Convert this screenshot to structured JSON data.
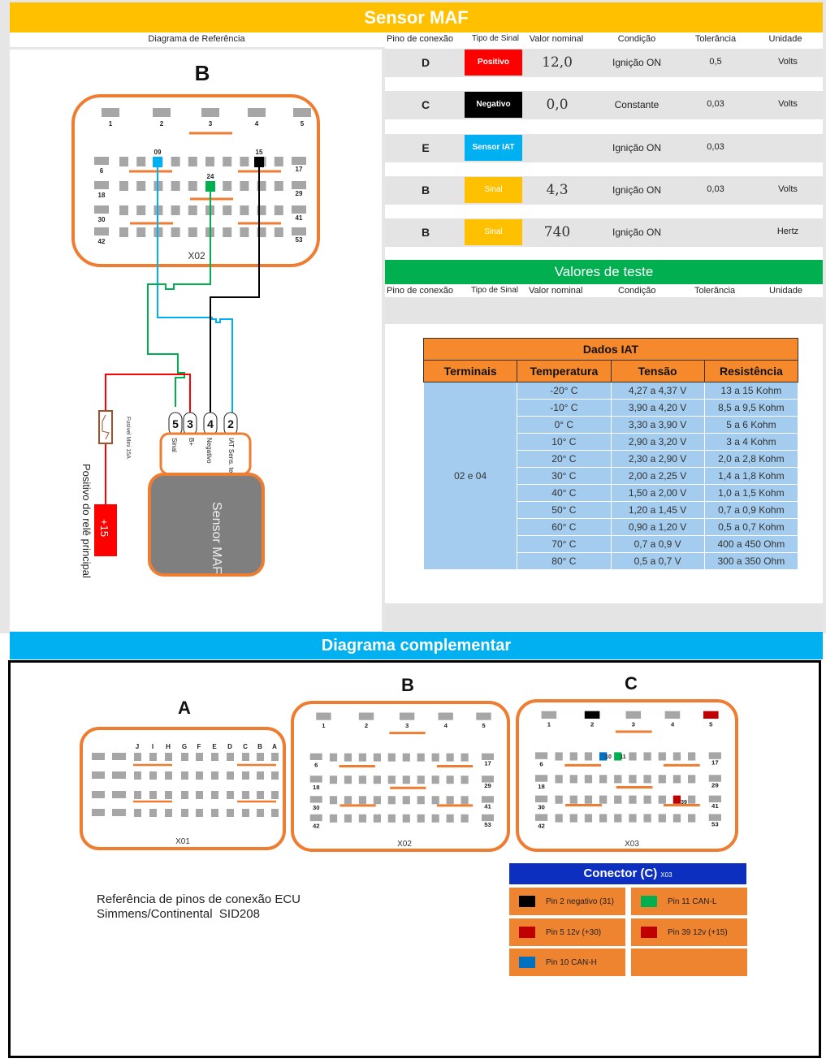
{
  "title": "Sensor MAF",
  "header_columns": {
    "reference_diagram": "Diagrama de Referência",
    "pin": "Pino de conexão",
    "signal_type": "Tipo de Sinal",
    "nominal": "Valor nominal",
    "condition": "Condição",
    "tolerance": "Tolerância",
    "unit": "Unidade"
  },
  "rows": [
    {
      "pin": "D",
      "signal": "Positivo",
      "signal_color": "#ff0000",
      "nominal": "12,0",
      "condition": "Ignição ON",
      "tolerance": "0,5",
      "unit": "Volts"
    },
    {
      "pin": "C",
      "signal": "Negativo",
      "signal_color": "#000000",
      "nominal": "0,0",
      "condition": "Constante",
      "tolerance": "0,03",
      "unit": "Volts"
    },
    {
      "pin": "E",
      "signal": "Sensor IAT",
      "signal_color": "#00b0f0",
      "nominal": "",
      "condition": "Ignição ON",
      "tolerance": "0,03",
      "unit": ""
    },
    {
      "pin": "B",
      "signal": "Sinal",
      "signal_color": "#ffc000",
      "nominal": "4,3",
      "condition": "Ignição ON",
      "tolerance": "0,03",
      "unit": "Volts"
    },
    {
      "pin": "B",
      "signal": "Sinal",
      "signal_color": "#ffc000",
      "nominal": "740",
      "condition": "Ignição ON",
      "tolerance": "",
      "unit": "Hertz"
    }
  ],
  "test_values": {
    "title": "Valores de teste",
    "columns": [
      "Pino de conexão",
      "Tipo de Sinal",
      "Valor nominal",
      "Condição",
      "Tolerância",
      "Unidade"
    ]
  },
  "iat_table": {
    "title": "Dados IAT",
    "columns": [
      "Terminais",
      "Temperatura",
      "Tensão",
      "Resistência"
    ],
    "terminals": "02 e 04",
    "rows": [
      [
        "-20° C",
        "4,27 a 4,37 V",
        "13 a 15 Kohm"
      ],
      [
        "-10° C",
        "3,90 a 4,20 V",
        "8,5 a 9,5 Kohm"
      ],
      [
        "0° C",
        "3,30 a 3,90 V",
        "5 a 6 Kohm"
      ],
      [
        "10° C",
        "2,90 a 3,20 V",
        "3 a 4 Kohm"
      ],
      [
        "20° C",
        "2,30 a 2,90 V",
        "2,0 a 2,8 Kohm"
      ],
      [
        "30° C",
        "2,00 a 2,25 V",
        "1,4 a 1,8 Kohm"
      ],
      [
        "40° C",
        "1,50 a 2,00 V",
        "1,0 a 1,5 Kohm"
      ],
      [
        "50° C",
        "1,20 a 1,45 V",
        "0,7 a 0,9 Kohm"
      ],
      [
        "60° C",
        "0,90 a 1,20 V",
        "0,5 a 0,7 Kohm"
      ],
      [
        "70° C",
        "0,7 a 0,9 V",
        "400 a 450 Ohm"
      ],
      [
        "80° C",
        "0,5 a 0,7 V",
        "300 a 350 Ohm"
      ]
    ]
  },
  "ref_diagram": {
    "connector_letter": "B",
    "connector_code": "X02",
    "top_pins": [
      "1",
      "2",
      "3",
      "4",
      "5"
    ],
    "side_left": [
      "6",
      "18",
      "30",
      "42"
    ],
    "side_right": [
      "17",
      "29",
      "41",
      "53"
    ],
    "highlighted": [
      {
        "pin": "09",
        "color": "#00b0f0"
      },
      {
        "pin": "24",
        "color": "#00b050"
      },
      {
        "pin": "15",
        "color": "#000000"
      }
    ],
    "sensor_pins": [
      "5",
      "3",
      "4",
      "2"
    ],
    "sensor_pin_labels": [
      "Sinal",
      "B+",
      "Negativo",
      "IAT Sens. temp."
    ],
    "sensor_label": "Sensor MAF",
    "fuse_label": "Fusível Mini 15A",
    "relay_label": "+15",
    "relay_caption": "Positivo do relê principal"
  },
  "complementary": {
    "title": "Diagrama complementar",
    "connector_a": {
      "letter": "A",
      "code": "X01",
      "pin_letters": [
        "J",
        "I",
        "H",
        "G",
        "F",
        "E",
        "D",
        "C",
        "B",
        "A"
      ]
    },
    "connector_b": {
      "letter": "B",
      "code": "X02"
    },
    "connector_c": {
      "letter": "C",
      "code": "X03",
      "highlight_labels": [
        "10",
        "11",
        "39"
      ]
    },
    "ecu_ref_line1": "Referência de pinos de conexão ECU",
    "ecu_ref_line2": "Simmens/Continental  SID208",
    "legend": {
      "title": "Conector (C)",
      "subtitle": "X03",
      "items": [
        {
          "label": "Pin 2  negativo (31)",
          "color": "#000000"
        },
        {
          "label": "Pin 11  CAN-L",
          "color": "#00b050"
        },
        {
          "label": "Pin 5  12v (+30)",
          "color": "#c00000"
        },
        {
          "label": "Pin 39  12v (+15)",
          "color": "#c00000"
        },
        {
          "label": "Pin 10  CAN-H",
          "color": "#0070c0"
        }
      ]
    }
  }
}
